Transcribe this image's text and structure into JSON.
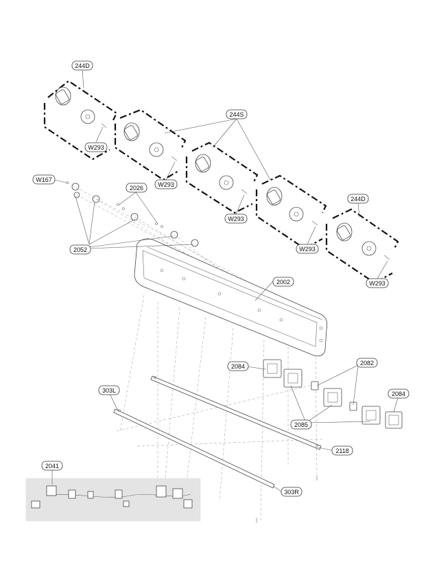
{
  "callouts": {
    "c244D_top": "244D",
    "c244S": "244S",
    "c244D_right": "244D",
    "cW293_1": "W293",
    "cW293_2": "W293",
    "cW293_3": "W293",
    "cW293_4": "W293",
    "cW293_5": "W293",
    "cW167": "W167",
    "c2026": "2026",
    "c2052": "2052",
    "c2002": "2002",
    "c2084_left": "2084",
    "c2082": "2082",
    "c2084_right": "2084",
    "c2085": "2085",
    "c303L": "303L",
    "c2118": "2118",
    "c2041": "2041",
    "c303R": "303R"
  }
}
